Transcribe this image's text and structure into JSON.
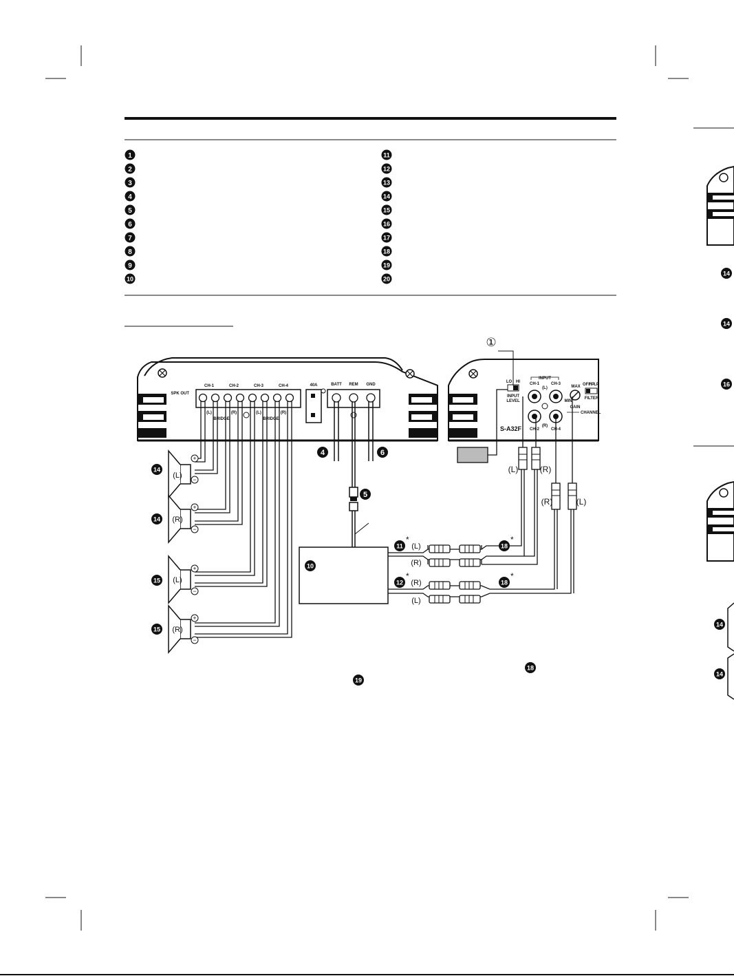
{
  "list_left": [
    "1",
    "2",
    "3",
    "4",
    "5",
    "6",
    "7",
    "8",
    "9",
    "10"
  ],
  "list_right": [
    "11",
    "12",
    "13",
    "14",
    "15",
    "16",
    "17",
    "18",
    "19",
    "20"
  ],
  "amp_left": {
    "spk_out": "SPK OUT",
    "channels": [
      "CH-1",
      "CH-2",
      "CH-3",
      "CH-4"
    ],
    "terminal_lr": [
      "(L)",
      "(R)",
      "(L)",
      "(R)"
    ],
    "bridge": [
      "BRIDGE",
      "BRIDGE"
    ],
    "fuse": "40A",
    "power": [
      "BATT",
      "REM",
      "GND"
    ]
  },
  "amp_right": {
    "model": "S-A32F",
    "input": "INPUT",
    "input_level": [
      "INPUT",
      "LEVEL"
    ],
    "level_lh": [
      "LO",
      "HI"
    ],
    "jacks": [
      "CH-1",
      "CH-3",
      "CH-2",
      "CH-4"
    ],
    "jack_lr": [
      "(L)",
      "(R)"
    ],
    "gain": "GAIN",
    "gain_scale": [
      "MIN",
      "MAX"
    ],
    "filter": "FILTER",
    "filter_modes": [
      "OFF",
      "HP",
      "LP"
    ],
    "channel": "CHANNEL"
  },
  "circled_ref": "①",
  "badges": {
    "b4": "4",
    "b5": "5",
    "b6": "6",
    "b10": "10",
    "b11": "11",
    "b12": "12",
    "b14": "14",
    "b15": "15",
    "b16": "16",
    "b18": "18",
    "b19": "19"
  },
  "asterisk": "*",
  "lr": {
    "left": "(L)",
    "right": "(R)"
  },
  "plus": "+",
  "minus": "−"
}
